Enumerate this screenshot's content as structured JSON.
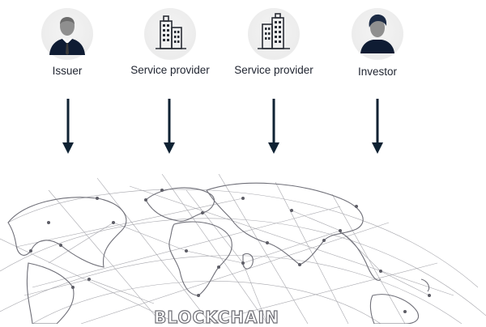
{
  "actors": [
    {
      "label": "Issuer",
      "icon": "businessman-icon"
    },
    {
      "label": "Service provider",
      "icon": "office-building-icon"
    },
    {
      "label": "Service provider",
      "icon": "office-building-icon"
    },
    {
      "label": "Investor",
      "icon": "person-icon"
    }
  ],
  "globe": {
    "icon": "world-network-globe-icon",
    "label": "BLOCKCHAIN"
  },
  "colors": {
    "arrow": "#0f2233",
    "icon_dark": "#0f1c33",
    "globe_lines": "#8a8a92"
  }
}
